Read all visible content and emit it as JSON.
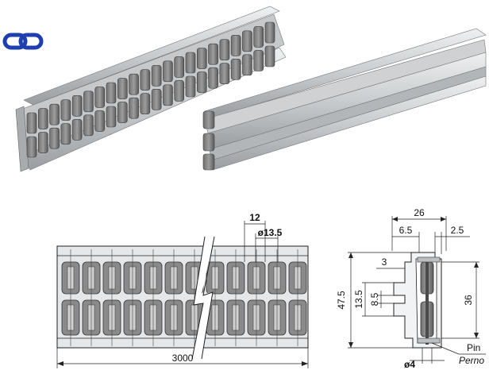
{
  "colors": {
    "logo_blue": "#1f3fb0",
    "rail_light": "#dcdedf",
    "rail_mid": "#b9bcbf",
    "rail_dark": "#8d9094",
    "roller_fill": "#8a8a8a",
    "roller_dark": "#5f5f5f",
    "line": "#222222"
  },
  "icons": {
    "logo": "chain-link-icon"
  },
  "front_view": {
    "pitch_label": "12",
    "roller_diameter_label": "ø13.5",
    "length_label": "3000"
  },
  "section_view": {
    "width_label": "26",
    "offset_label": "6.5",
    "gap_label": "2.5",
    "lip_label": "3",
    "height_label": "47.5",
    "mid_height_label": "13.5",
    "slot_label": "8.5",
    "inner_height_label": "36",
    "pin_diameter_label": "ø4",
    "pin_label": "Pin",
    "pin_label_alt": "Perno"
  }
}
